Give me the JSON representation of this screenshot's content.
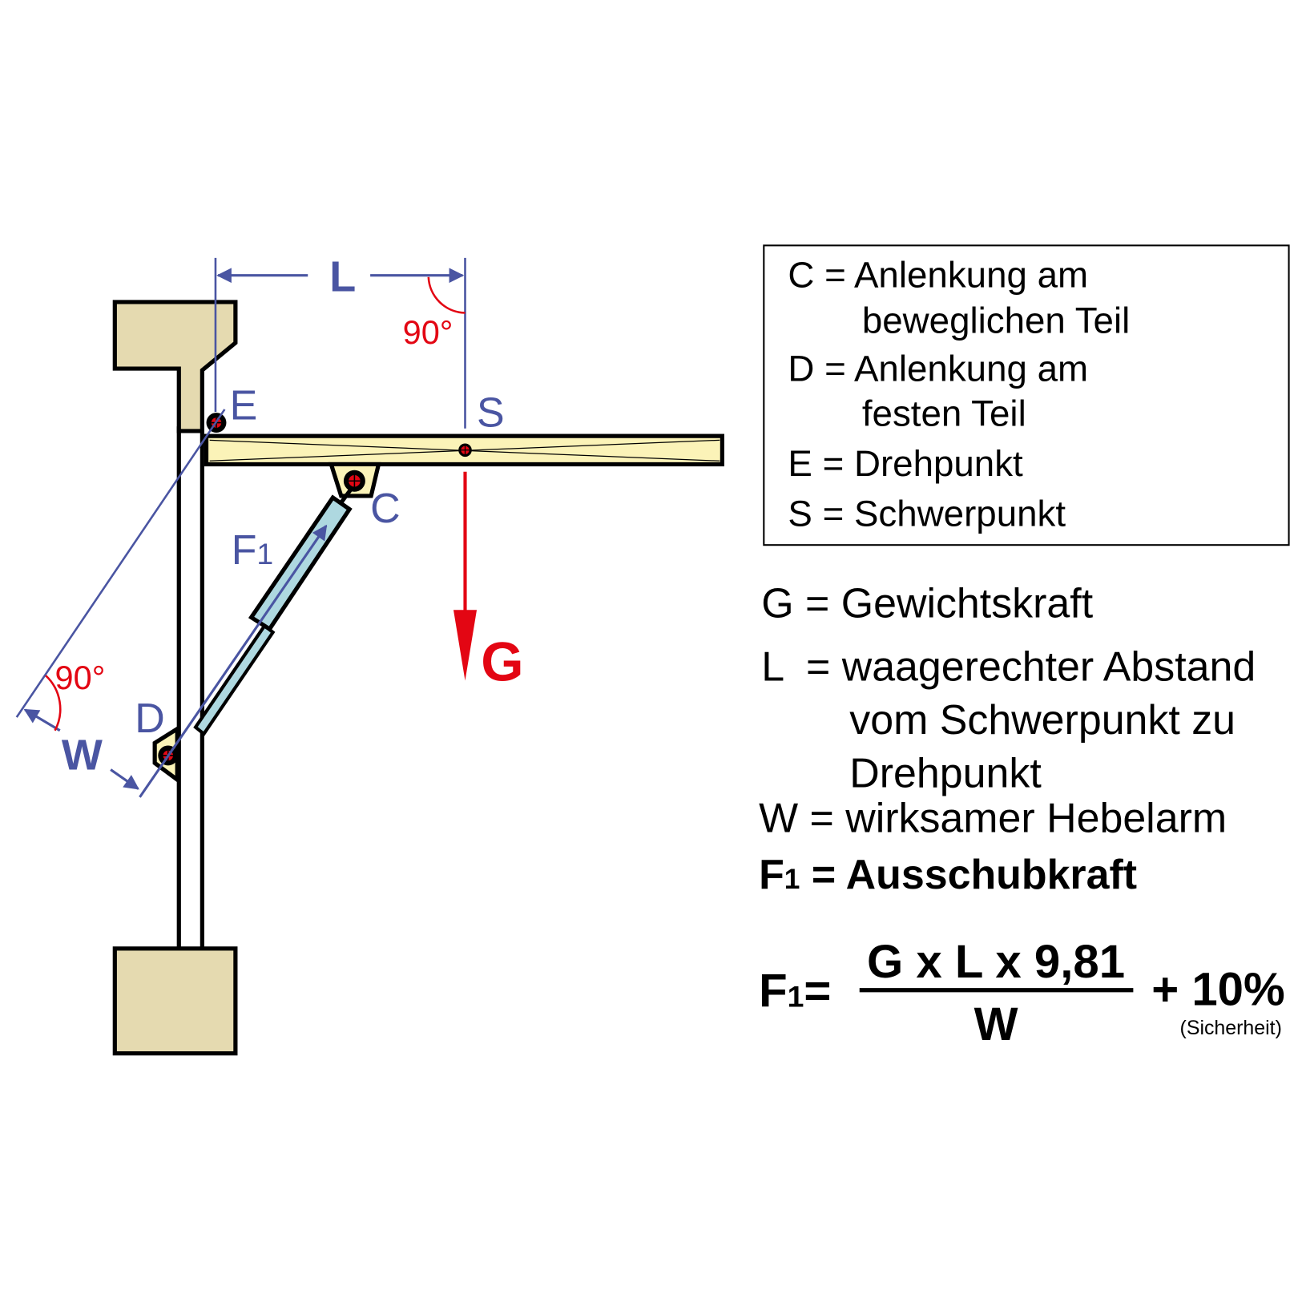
{
  "colors": {
    "blue": "#4a55a2",
    "red": "#e30613",
    "wall": "#e5dab0",
    "lid": "#fbf3b8",
    "spring": "#aed8e0"
  },
  "diagram": {
    "dim_L": "L",
    "angle_top": "90°",
    "angle_left": "90°",
    "point_E": "E",
    "point_S": "S",
    "point_C": "C",
    "point_D": "D",
    "force_F": "F",
    "force_F_sub": "1",
    "force_G": "G",
    "dim_W": "W"
  },
  "legend_box": [
    "C = Anlenkung am",
    "beweglichen Teil",
    "D = Anlenkung am",
    "festen Teil",
    "E = Drehpunkt",
    "S = Schwerpunkt"
  ],
  "definitions": {
    "g": "G = Gewichtskraft",
    "l1": "L  = waagerechter Abstand",
    "l2": "vom Schwerpunkt zu",
    "l3": "Drehpunkt",
    "w": "W = wirksamer Hebelarm",
    "f_main": "F",
    "f_sub": "1",
    "f_rest": " = Ausschubkraft"
  },
  "formula": {
    "lhs": "F",
    "lhs_sub": "1",
    "lhs_eq": "=",
    "numerator": "G x L x 9,81",
    "denominator": "W",
    "plus": "+ 10%",
    "note": "(Sicherheit)"
  }
}
